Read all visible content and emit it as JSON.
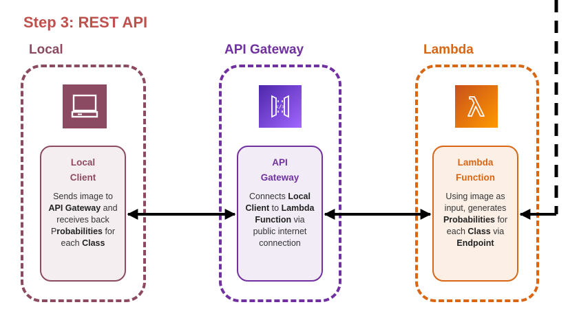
{
  "step_title": "Step 3: REST API",
  "columns": {
    "local": {
      "title": "Local",
      "icon": "computer-monitor-icon",
      "color": "#8b4a62",
      "card_title_1": "Local",
      "card_title_2": "Client",
      "desc": [
        {
          "t": "Sends image to",
          "b": false
        },
        {
          "t": "\n",
          "b": false
        },
        {
          "t": "API Gateway",
          "b": true
        },
        {
          "t": " and",
          "b": false
        },
        {
          "t": "\n",
          "b": false
        },
        {
          "t": "receives back",
          "b": false
        },
        {
          "t": "\n",
          "b": false
        },
        {
          "t": "P",
          "b": false
        },
        {
          "t": "robabilities",
          "b": true
        },
        {
          "t": " for",
          "b": false
        },
        {
          "t": "\n",
          "b": false
        },
        {
          "t": "each ",
          "b": false
        },
        {
          "t": "Class",
          "b": true
        }
      ]
    },
    "gateway": {
      "title": "API Gateway",
      "icon": "api-gateway-icon",
      "color": "#7030a0",
      "card_title_1": "API",
      "card_title_2": "Gateway",
      "desc": [
        {
          "t": "Connects ",
          "b": false
        },
        {
          "t": "Local",
          "b": true
        },
        {
          "t": "\n",
          "b": false
        },
        {
          "t": "Client",
          "b": true
        },
        {
          "t": " to ",
          "b": false
        },
        {
          "t": "Lambda",
          "b": true
        },
        {
          "t": "\n",
          "b": false
        },
        {
          "t": "Function",
          "b": true
        },
        {
          "t": " via",
          "b": false
        },
        {
          "t": "\n",
          "b": false
        },
        {
          "t": "public internet",
          "b": false
        },
        {
          "t": "\n",
          "b": false
        },
        {
          "t": "connection",
          "b": false
        }
      ]
    },
    "lambda": {
      "title": "Lambda",
      "icon": "lambda-icon",
      "color": "#d86613",
      "card_title_1": "Lambda",
      "card_title_2": "Function",
      "desc": [
        {
          "t": "Using image as",
          "b": false
        },
        {
          "t": "\n",
          "b": false
        },
        {
          "t": "input, generates",
          "b": false
        },
        {
          "t": "\n",
          "b": false
        },
        {
          "t": "Probabilities",
          "b": true
        },
        {
          "t": " for",
          "b": false
        },
        {
          "t": "\n",
          "b": false
        },
        {
          "t": "each ",
          "b": false
        },
        {
          "t": "Class",
          "b": true
        },
        {
          "t": " via",
          "b": false
        },
        {
          "t": "\n",
          "b": false
        },
        {
          "t": "Endpoint",
          "b": true
        }
      ]
    }
  }
}
